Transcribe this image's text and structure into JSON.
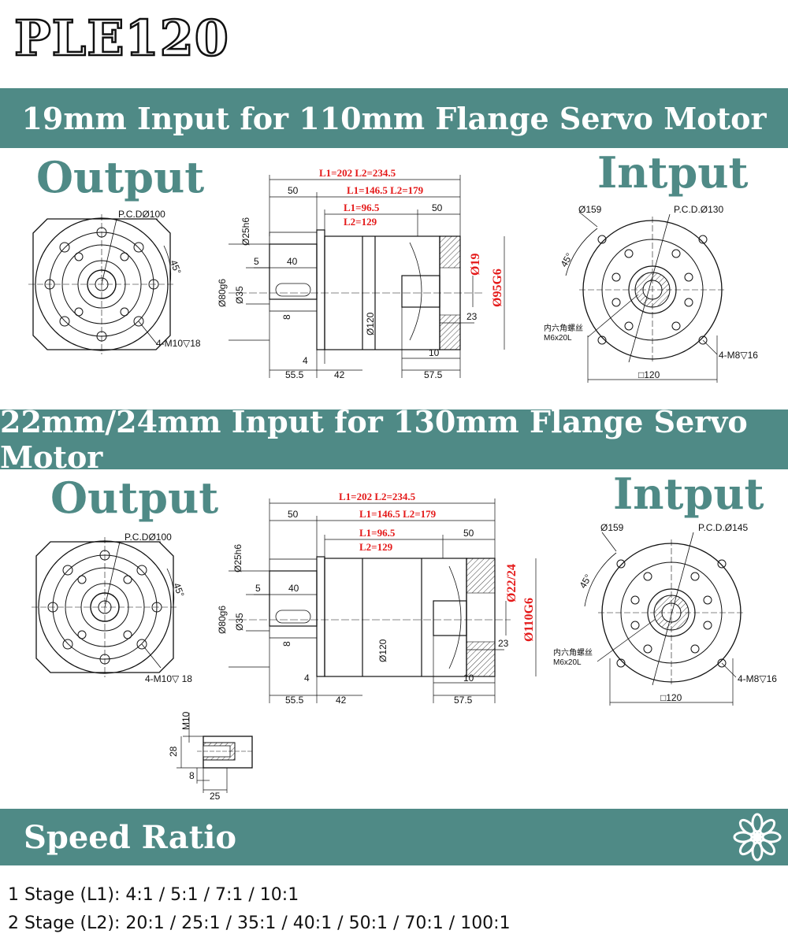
{
  "title": "PLE120",
  "section1": {
    "banner": "19mm Input for 110mm Flange Servo Motor",
    "output_heading": "Output",
    "input_heading": "Intput",
    "output": {
      "pcd": "P.C.DØ100",
      "angle": "45°",
      "holes": "4-M10▽18"
    },
    "side": {
      "l_total": "L1=202 L2=234.5",
      "l_mid": "L1=146.5 L2=179",
      "l_short": "L1=96.5",
      "l2_short": "L2=129",
      "d50a": "50",
      "d50b": "50",
      "d25": "Ø25h6",
      "d5": "5",
      "d40": "40",
      "d80": "Ø80g6",
      "d35": "Ø35",
      "d8": "8",
      "d120": "Ø120",
      "d23": "23",
      "d4": "4",
      "d10": "10",
      "d555": "55.5",
      "d42": "42",
      "d575": "57.5",
      "bore": "Ø19",
      "spigot": "Ø95G6"
    },
    "input": {
      "d159": "Ø159",
      "pcd": "P.C.D.Ø130",
      "angle": "45°",
      "screw_cn": "内六角螺丝",
      "screw": "M6x20L",
      "holes": "4-M8▽16",
      "square": "□120"
    }
  },
  "section2": {
    "banner": "22mm/24mm Input for 130mm Flange Servo Motor",
    "output_heading": "Output",
    "input_heading": "Intput",
    "output": {
      "pcd": "P.C.DØ100",
      "angle": "45°",
      "holes": "4-M10▽ 18"
    },
    "side": {
      "l_total": "L1=202 L2=234.5",
      "l_mid": "L1=146.5 L2=179",
      "l_short": "L1=96.5",
      "l2_short": "L2=129",
      "d50a": "50",
      "d50b": "50",
      "d25": "Ø25h6",
      "d5": "5",
      "d40": "40",
      "d80": "Ø80g6",
      "d35": "Ø35",
      "d8": "8",
      "d120": "Ø120",
      "d23": "23",
      "d4": "4",
      "d10": "10",
      "d555": "55.5",
      "d42": "42",
      "d575": "57.5",
      "bore": "Ø22/24",
      "spigot": "Ø110G6"
    },
    "input": {
      "d159": "Ø159",
      "pcd": "P.C.D.Ø145",
      "angle": "45°",
      "screw_cn": "内六角螺丝",
      "screw": "M6x20L",
      "holes": "4-M8▽16",
      "square": "□120"
    }
  },
  "tap_detail": {
    "m10": "M10",
    "d28": "28",
    "d8": "8",
    "d25": "25"
  },
  "speed": {
    "banner": "Speed Ratio",
    "stage1": "1 Stage (L1): 4:1 / 5:1 / 7:1 / 10:1",
    "stage2": "2 Stage (L2): 20:1 / 25:1 / 35:1 / 40:1 / 50:1 / 70:1 / 100:1"
  },
  "colors": {
    "band": "#4f8a86",
    "red_dim": "#e41919"
  },
  "icons": {
    "flower": "flower-icon"
  }
}
